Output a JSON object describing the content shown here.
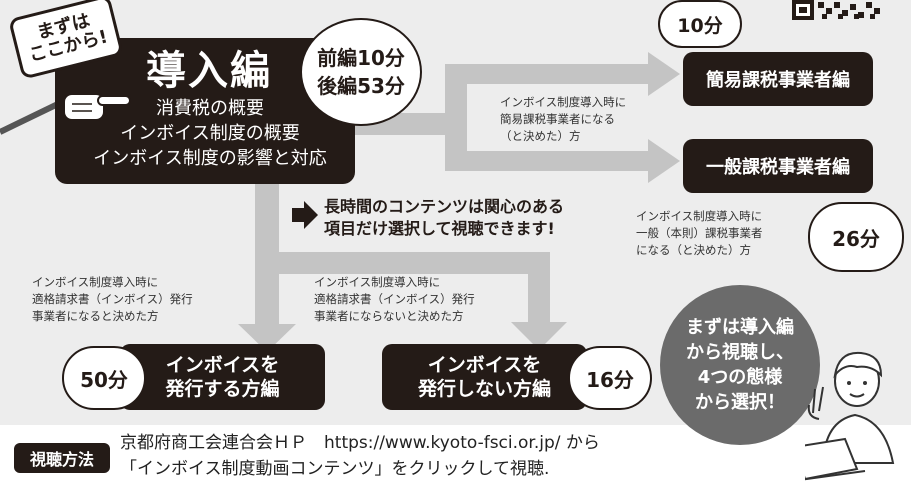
{
  "badge": {
    "line1": "まずは",
    "line2": "ここから!"
  },
  "intro": {
    "title": "導入編",
    "items": [
      "消費税の概要",
      "インボイス制度の概要",
      "インボイス制度の影響と対応"
    ],
    "time_line1": "前編10分",
    "time_line2": "後編53分"
  },
  "simple": {
    "title": "簡易課税事業者編",
    "time": "10分",
    "note": [
      "インボイス制度導入時に",
      "簡易課税事業者になる",
      "（と決めた）方"
    ]
  },
  "general": {
    "title": "一般課税事業者編",
    "time": "26分",
    "note": [
      "インボイス制度導入時に",
      "一般（本則）課税事業者",
      "になる（と決めた）方"
    ]
  },
  "middle_note": [
    "長時間のコンテンツは関心のある",
    "項目だけ選択して視聴できます!"
  ],
  "issue": {
    "title_line1": "インボイスを",
    "title_line2": "発行する方編",
    "time": "50分",
    "note": [
      "インボイス制度導入時に",
      "適格請求書（インボイス）発行",
      "事業者になると決めた方"
    ]
  },
  "no_issue": {
    "title_line1": "インボイスを",
    "title_line2": "発行しない方編",
    "time": "16分",
    "note": [
      "インボイス制度導入時に",
      "適格請求書（インボイス）発行",
      "事業者にならないと決めた方"
    ]
  },
  "advice": [
    "まずは導入編",
    "から視聴し、",
    "4つの態様",
    "から選択！"
  ],
  "footer": {
    "label": "視聴方法",
    "line1": "京都府商工会連合会ＨＰ　https://www.kyoto-fsci.or.jp/ から",
    "line2": "「インボイス制度動画コンテンツ」をクリックして視聴."
  },
  "colors": {
    "dark": "#241b17",
    "arrow": "#c4c4c4",
    "panel": "#ededed",
    "circle": "#6b6b6b"
  }
}
